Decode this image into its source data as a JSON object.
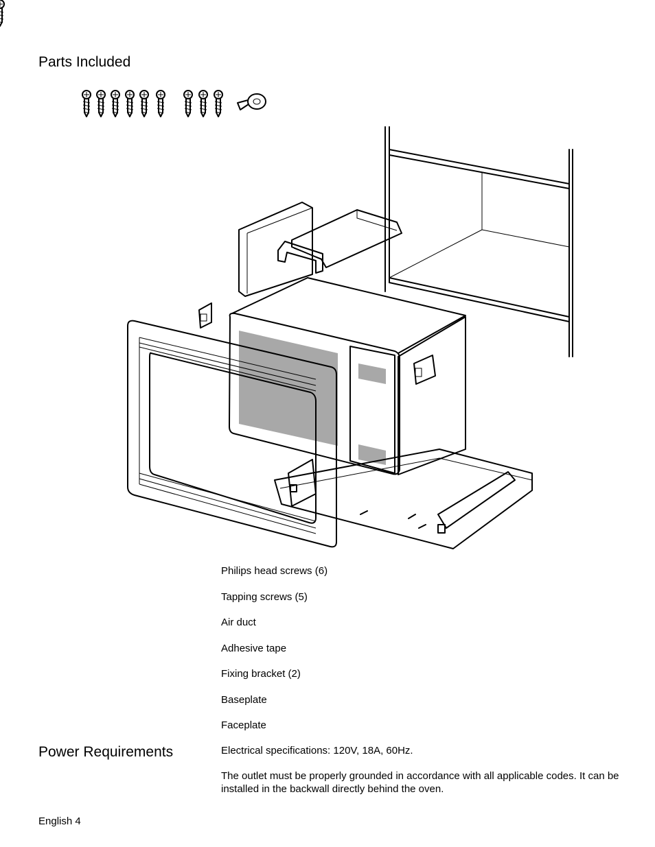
{
  "headings": {
    "parts_included": "Parts Included",
    "power_requirements": "Power Requirements"
  },
  "parts": [
    "Philips head screws (6)",
    "Tapping screws (5)",
    "Air duct",
    "Adhesive tape",
    "Fixing bracket (2)",
    "Baseplate",
    "Faceplate"
  ],
  "power": {
    "spec": "Electrical specifications: 120V, 18A, 60Hz.",
    "outlet": "The outlet must be properly grounded in accordance with all applicable codes. It can be installed in the backwall directly behind the oven."
  },
  "footer": "English 4"
}
